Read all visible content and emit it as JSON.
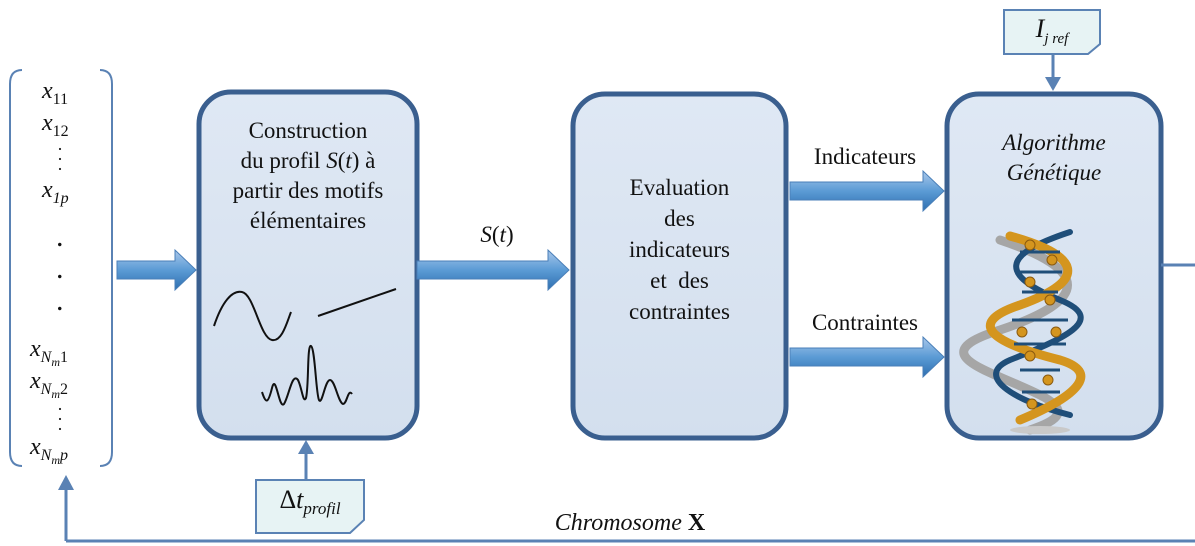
{
  "chromosome_vector": {
    "x11": "x",
    "x11_sub": "11",
    "x12": "x",
    "x12_sub": "12",
    "x1p": "x",
    "x1p_sub": "1p",
    "dot": ".",
    "xNm_sub_N": "N",
    "xNm_sub_m": "m",
    "xNm1_tail": "1",
    "xNm2_tail": "2",
    "xNmp_tail": "p"
  },
  "box_construction": {
    "line1": "Construction",
    "line2a": "du profil ",
    "line2b": "S",
    "line2c": "(",
    "line2d": "t",
    "line2e": ") à",
    "line3": "partir des motifs",
    "line4": "élémentaires"
  },
  "signal_label": {
    "s": "S",
    "open": "(",
    "t": "t",
    "close": ")"
  },
  "box_evaluation": {
    "lines": [
      "Evaluation",
      "des",
      "indicateurs",
      "et  des",
      "contraintes"
    ]
  },
  "arrow_labels": {
    "indicateurs": "Indicateurs",
    "contraintes": "Contraintes"
  },
  "box_algorithm": {
    "line1": "Algorithme",
    "line2": "Génétique"
  },
  "callout_dt": {
    "delta": "Δ",
    "t": "t",
    "sub": "profil"
  },
  "callout_iref": {
    "i": "I",
    "sub": "j ref"
  },
  "chromosome_label": {
    "word": "Chromosome ",
    "bold": "X"
  },
  "colors": {
    "box_fill": "#dce6f2",
    "box_stroke": "#3a5f8f",
    "arrow_fill": "#5b9bd5",
    "feedback_line": "#5a82b4",
    "callout_fill": "#e7f3f4",
    "callout_stroke": "#5a82b4",
    "helix_gold": "#d4951e",
    "helix_blue": "#1f4e79",
    "helix_grey": "#a6a6a6"
  },
  "icons": [
    "sine-wave-icon",
    "line-segment-icon",
    "wavelet-icon",
    "dna-helix-icon"
  ]
}
